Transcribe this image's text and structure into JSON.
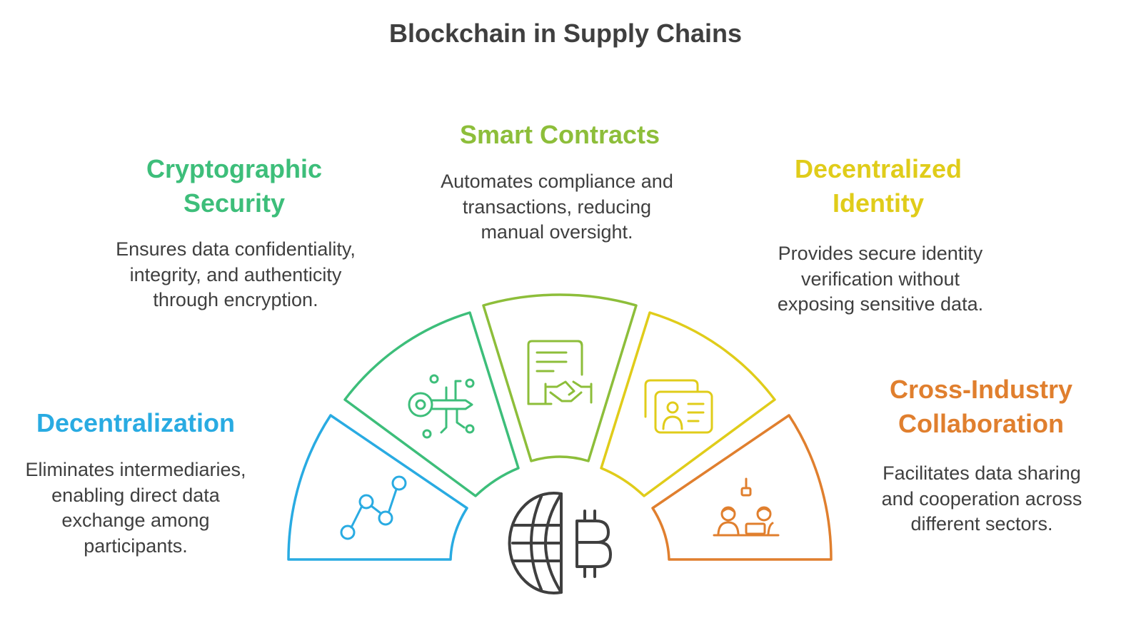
{
  "title": "Blockchain in Supply Chains",
  "colors": {
    "title": "#3f3f3f",
    "text": "#3f3f3f",
    "decentralization": "#29ABE2",
    "cryptographic": "#3DBE7A",
    "smart_contracts": "#8DBE3A",
    "identity": "#E0CC1A",
    "collaboration": "#E07F2E"
  },
  "items": [
    {
      "heading": "Decentralization",
      "description": "Eliminates intermediaries, enabling direct data exchange among participants.",
      "icon": "line-chart-icon"
    },
    {
      "heading": "Cryptographic Security",
      "description": "Ensures data confidentiality, integrity, and authenticity through encryption.",
      "icon": "digital-key-icon"
    },
    {
      "heading": "Smart Contracts",
      "description": "Automates compliance and transactions, reducing manual oversight.",
      "icon": "contract-handshake-icon"
    },
    {
      "heading": "Decentralized Identity",
      "description": "Provides secure identity verification without exposing sensitive data.",
      "icon": "id-card-icon"
    },
    {
      "heading": "Cross-Industry Collaboration",
      "description": "Facilitates data sharing and cooperation across different sectors.",
      "icon": "meeting-icon"
    }
  ],
  "center_icon": "globe-bitcoin-icon"
}
